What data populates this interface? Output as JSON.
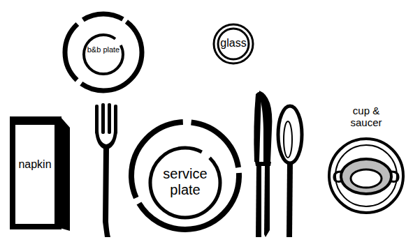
{
  "diagram": {
    "nodes": [
      {
        "text": [
          "b&b plate"
        ]
      },
      {
        "text": [
          "glass"
        ]
      },
      {
        "text": [
          "napkin"
        ]
      },
      {
        "text": [
          "service plate"
        ]
      },
      {
        "text": [
          "cup & saucer"
        ]
      }
    ]
  }
}
